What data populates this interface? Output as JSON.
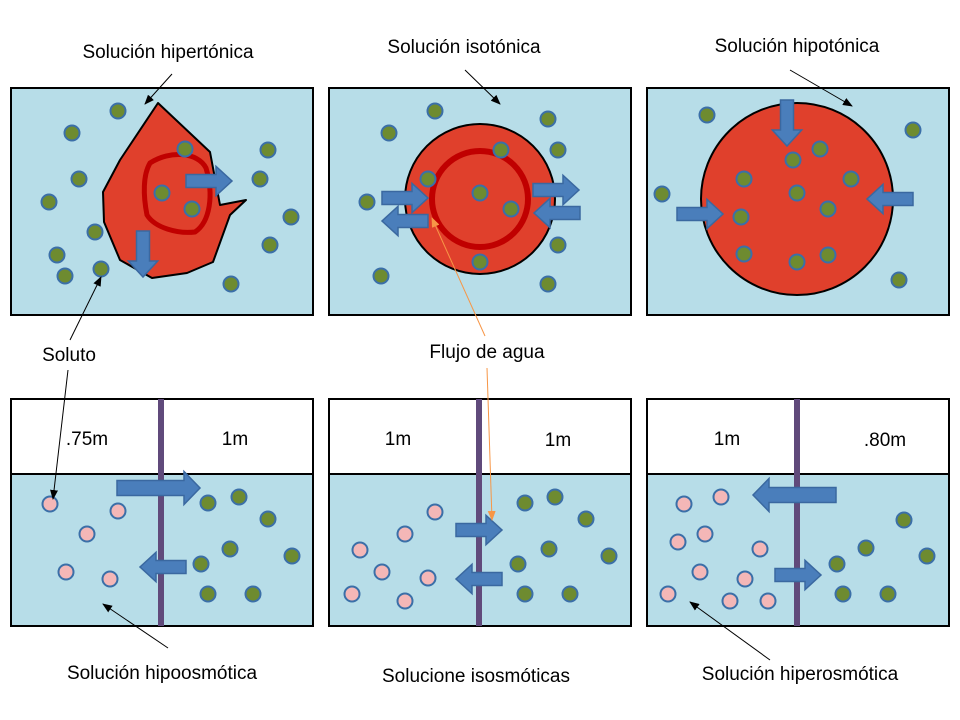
{
  "colors": {
    "solution": "#b7dde8",
    "cell": "#e0402c",
    "cell_ring": "#c00000",
    "solute_green": "#6e8b30",
    "solute_pink": "#f4b7b7",
    "solute_stroke": "#3b6fa8",
    "arrow_fill": "#4a7ebb",
    "arrow_stroke": "#3a68a0",
    "membrane": "#604a7b",
    "pointer_line": "#f79646"
  },
  "labels": {
    "hypertonic": "Solución hipertónica",
    "isotonic": "Solución isotónica",
    "hypotonic": "Solución hipotónica",
    "solute": "Soluto",
    "water_flow": "Flujo de agua",
    "hypoosmotic": "Solución hipoosmótica",
    "isosmotic": "Solucione isosmóticas",
    "hyperosmotic": "Solución hiperosmótica"
  },
  "concentrations": {
    "hypo_left": ".75m",
    "hypo_right": "1m",
    "iso_left": "1m",
    "iso_right": "1m",
    "hyper_left": "1m",
    "hyper_right": ".80m"
  }
}
